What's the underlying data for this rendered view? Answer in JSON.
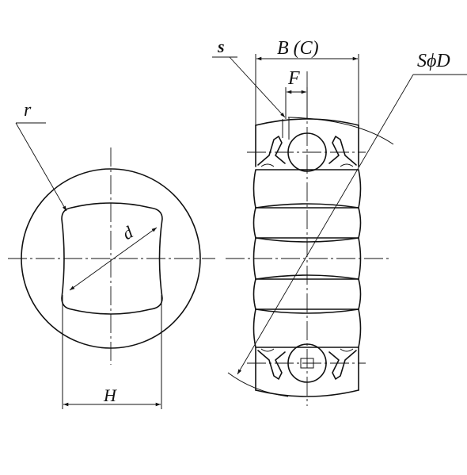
{
  "labels": {
    "r": "r",
    "d": "d",
    "H": "H",
    "s": "s",
    "B_C": "B (C)",
    "F": "F",
    "SD": "SϕD"
  },
  "colors": {
    "line": "#111111",
    "background": "#ffffff"
  }
}
